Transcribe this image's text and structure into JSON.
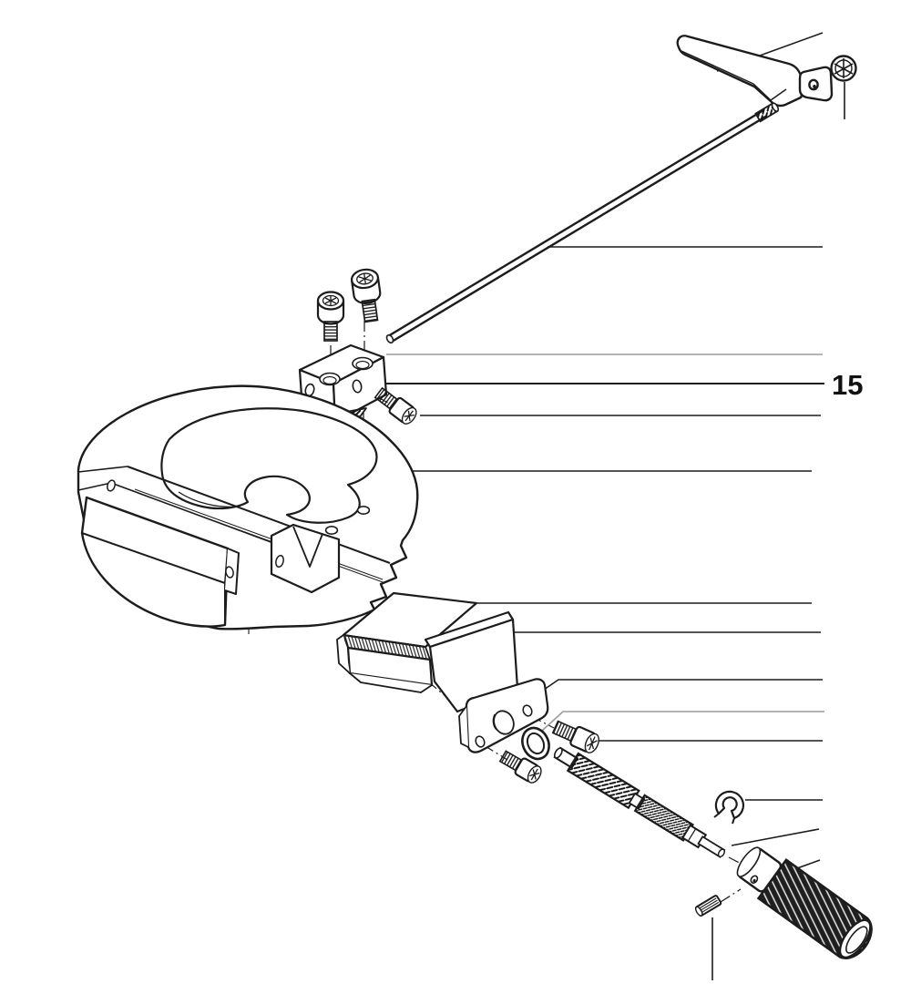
{
  "diagram": {
    "type": "exploded-parts-diagram",
    "callout_label": "15",
    "colors": {
      "line": "#1c1c1c",
      "muted_line": "#9b9b9b",
      "background": "#ffffff",
      "label": "#111111"
    },
    "parts": [
      "handle-lever",
      "pan-head-screw",
      "guide-rod",
      "socket-screw-left",
      "socket-screw-right",
      "clamp-block",
      "socket-screw-side",
      "swivel-base",
      "serrated-jaw",
      "jaw-slide",
      "end-plate",
      "o-ring",
      "socket-screw-upper",
      "socket-screw-lower",
      "lead-screw",
      "e-clip",
      "knurled-knob",
      "grooved-pin"
    ]
  }
}
